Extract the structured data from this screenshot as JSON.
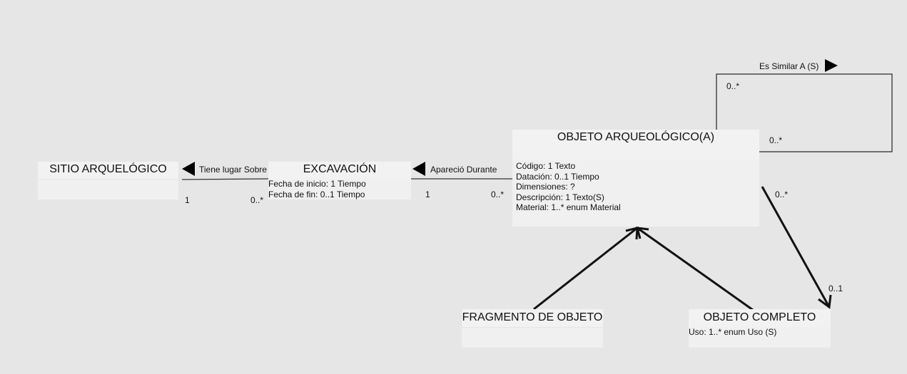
{
  "classes": {
    "sitio": {
      "name": "SITIO ARQUELÓGICO",
      "attributes": []
    },
    "excavacion": {
      "name": "EXCAVACIÓN",
      "attributes": [
        "Fecha de inicio: 1 Tiempo",
        "Fecha de fin: 0..1 Tiempo"
      ]
    },
    "objeto": {
      "name": "OBJETO ARQUEOLÓGICO(A)",
      "attributes": [
        "Código: 1 Texto",
        "Datación: 0..1 Tiempo",
        "Dimensiones: ?",
        "Descripción: 1 Texto(S)",
        "Material: 1..* enum Material"
      ]
    },
    "fragmento": {
      "name": "FRAGMENTO DE OBJETO",
      "attributes": []
    },
    "completo": {
      "name": "OBJETO COMPLETO",
      "attributes": [
        "Uso: 1..* enum Uso (S)"
      ]
    }
  },
  "associations": {
    "tiene_lugar": {
      "name": "Tiene lugar Sobre",
      "mult_sitio": "1",
      "mult_excavacion": "0..*"
    },
    "aparecio": {
      "name": "Apareció Durante",
      "mult_excavacion": "1",
      "mult_objeto": "0..*"
    },
    "similar": {
      "name": "Es Similar A (S)",
      "mult_top": "0..*",
      "mult_bottom": "0..*"
    },
    "objeto_completo": {
      "mult_objeto": "0..*",
      "mult_completo": "0..1"
    }
  }
}
